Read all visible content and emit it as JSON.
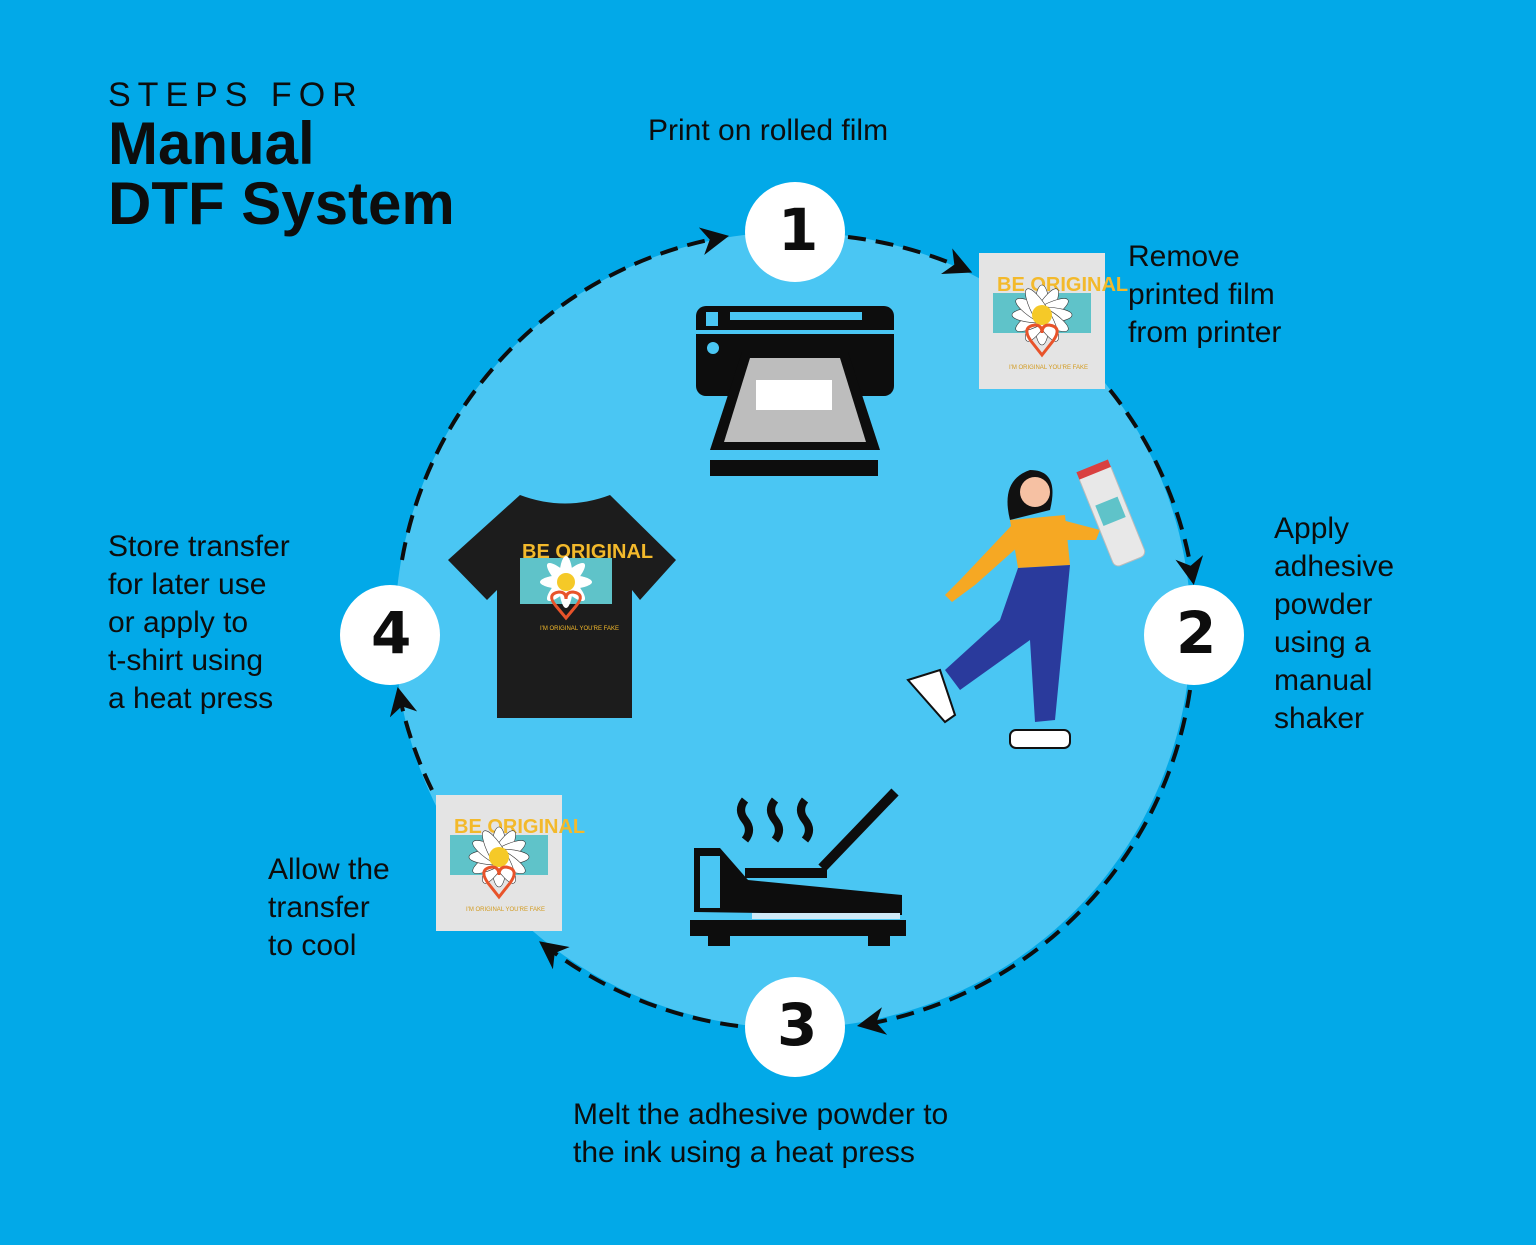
{
  "title": {
    "line1": "STEPS FOR",
    "line2": "Manual",
    "line3": "DTF System"
  },
  "colors": {
    "background": "#02a9e8",
    "circle_fill": "#4ac6f3",
    "badge": "#ffffff",
    "ink": "#0d0d0d"
  },
  "steps": [
    {
      "number": "1",
      "label": "Print on rolled film",
      "icon": "printer-icon"
    },
    {
      "number": "2",
      "label": "Apply adhesive powder using a manual shaker",
      "icon": "person-shaker-illustration"
    },
    {
      "number": "3",
      "label": "Melt the adhesive powder to the ink using a heat press",
      "icon": "heat-press-icon"
    },
    {
      "number": "4",
      "label": "Store transfer for later use or apply to t-shirt using a heat press",
      "icon": "tshirt-illustration"
    }
  ],
  "intermediate": [
    {
      "label": "Remove printed film from printer",
      "icon": "printed-film-illustration"
    },
    {
      "label": "Allow the transfer to cool",
      "icon": "printed-film-illustration"
    }
  ],
  "labels": {
    "step1": [
      "Print on rolled film"
    ],
    "remove": [
      "Remove",
      "printed film",
      "from printer"
    ],
    "step2": [
      "Apply",
      "adhesive",
      "powder",
      "using a",
      "manual",
      "shaker"
    ],
    "step3": [
      "Melt the adhesive powder to",
      "the ink using a heat press"
    ],
    "cool": [
      "Allow the",
      "transfer",
      "to cool"
    ],
    "step4": [
      "Store transfer",
      "for later use",
      "or apply to",
      "t-shirt using",
      "a heat press"
    ]
  },
  "artwork_text": {
    "design_title": "BE ORIGINAL",
    "design_tagline": "I'M ORIGINAL YOU'RE FAKE"
  }
}
